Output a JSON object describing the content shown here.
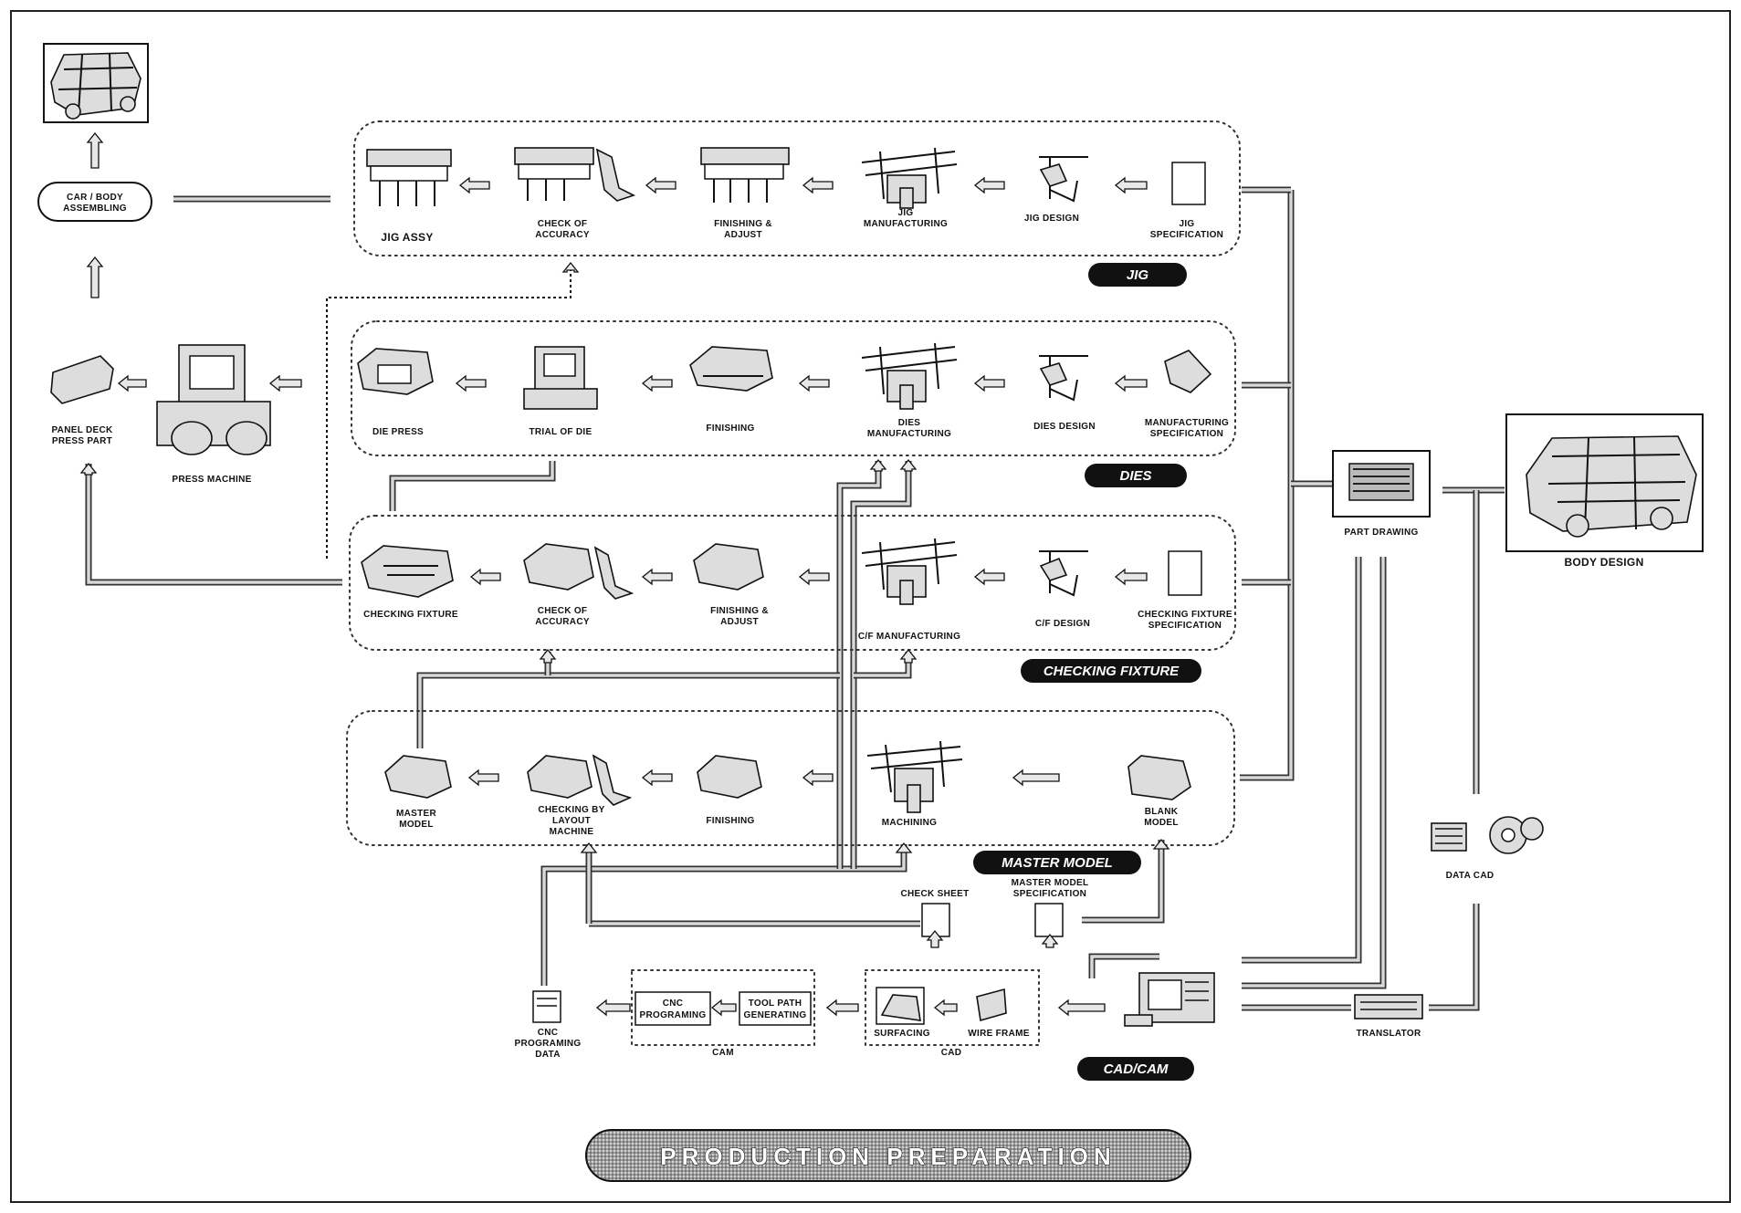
{
  "title": "PRODUCTION PREPARATION",
  "sections": {
    "jig": "JIG",
    "dies": "DIES",
    "checking_fixture": "CHECKING FIXTURE",
    "master_model": "MASTER MODEL",
    "cad_cam": "CAD/CAM"
  },
  "labels": {
    "body_design": "BODY DESIGN",
    "part_drawing": "PART DRAWING",
    "data_cad": "DATA CAD",
    "translator": "TRANSLATOR",
    "wire_frame": "WIRE FRAME",
    "surfacing": "SURFACING",
    "cad": "CAD",
    "cam": "CAM",
    "tool_path": "TOOL PATH",
    "generating": "GENERATING",
    "cnc_programming_1": "CNC",
    "cnc_programming_2": "PROGRAMING",
    "cnc_data_1": "CNC",
    "cnc_data_2": "PROGRAMING",
    "cnc_data_3": "DATA",
    "master_model_spec_1": "MASTER MODEL",
    "master_model_spec_2": "SPECIFICATION",
    "check_sheet": "CHECK SHEET",
    "blank_model_1": "BLANK",
    "blank_model_2": "MODEL",
    "machining_mm": "MACHINING",
    "finishing_mm": "FINISHING",
    "checking_layout_1": "CHECKING BY",
    "checking_layout_2": "LAYOUT",
    "checking_layout_3": "MACHINE",
    "master_model_1": "MASTER",
    "master_model_2": "MODEL",
    "cf_spec_1": "CHECKING FIXTURE",
    "cf_spec_2": "SPECIFICATION",
    "cf_design": "C/F DESIGN",
    "cf_manufacturing": "C/F MANUFACTURING",
    "cf_finishing_1": "FINISHING &",
    "cf_finishing_2": "ADJUST",
    "cf_check_1": "CHECK OF",
    "cf_check_2": "ACCURACY",
    "checking_fixture_item": "CHECKING FIXTURE",
    "die_spec_1": "MANUFACTURING",
    "die_spec_2": "SPECIFICATION",
    "die_design": "DIES DESIGN",
    "die_manufacturing_1": "DIES",
    "die_manufacturing_2": "MANUFACTURING",
    "die_finishing": "FINISHING",
    "die_trial": "TRIAL OF DIE",
    "die_press": "DIE PRESS",
    "press_machine": "PRESS MACHINE",
    "press_part_1": "PANEL DECK",
    "press_part_2": "PRESS PART",
    "jig_spec_1": "JIG",
    "jig_spec_2": "SPECIFICATION",
    "jig_design": "JIG DESIGN",
    "jig_manufacturing_1": "JIG",
    "jig_manufacturing_2": "MANUFACTURING",
    "jig_finishing_1": "FINISHING &",
    "jig_finishing_2": "ADJUST",
    "jig_check_1": "CHECK OF",
    "jig_check_2": "ACCURACY",
    "jig_assy": "JIG ASSY",
    "car_body_1": "CAR / BODY",
    "car_body_2": "ASSEMBLING"
  },
  "colors": {
    "ink": "#111111",
    "pipe": "#333333",
    "badge": "#111111",
    "paper": "#ffffff"
  },
  "icons": [
    "car-body-icon",
    "part-drawing-icon",
    "cad-workstation-icon",
    "press-machine-icon",
    "machine-tool-icon",
    "die-icon",
    "jig-icon",
    "document-icon",
    "arrow-icon"
  ]
}
